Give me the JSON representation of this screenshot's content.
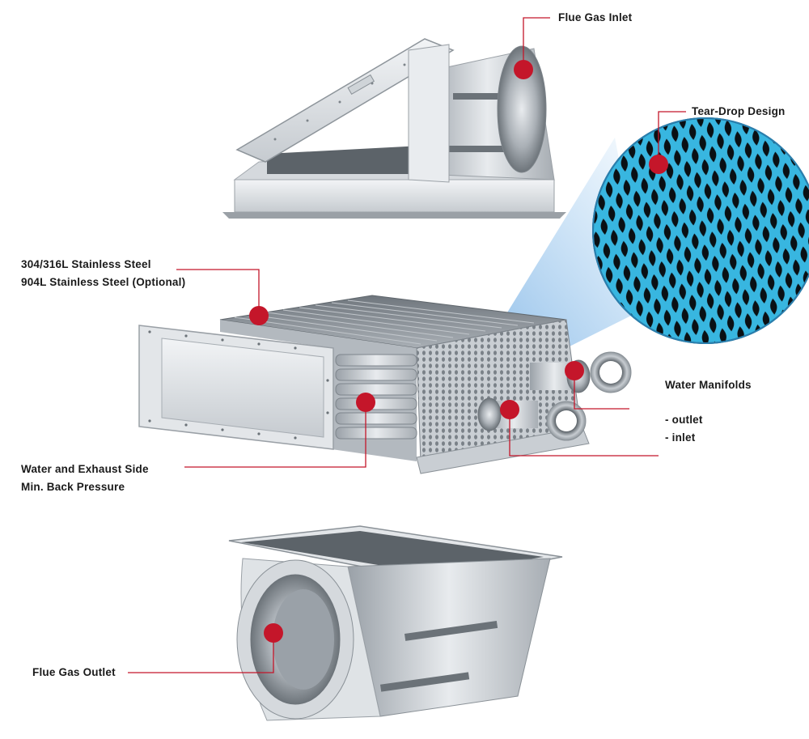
{
  "labels": {
    "flue_gas_inlet": "Flue Gas Inlet",
    "tear_drop": "Tear-Drop Design",
    "material_line1": "304/316L Stainless Steel",
    "material_line2": "904L Stainless Steel (Optional)",
    "water_manifolds": "Water Manifolds",
    "manifold_outlet": "- outlet",
    "manifold_inlet": "- inlet",
    "exhaust_line1": "Water and Exhaust Side",
    "exhaust_line2": "Min. Back Pressure",
    "flue_gas_outlet": "Flue Gas Outlet"
  },
  "colors": {
    "marker": "#c4162a",
    "leader": "#c4162a",
    "steel_light": "#e4e7ea",
    "steel_mid": "#b9bec4",
    "steel_dark": "#7e858c",
    "mesh_blue": "#38b6e0"
  }
}
